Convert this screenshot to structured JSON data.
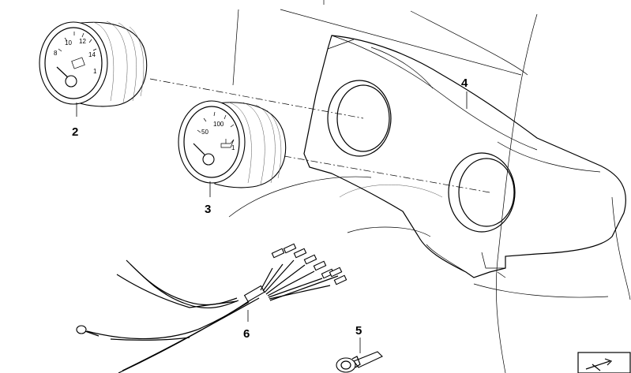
{
  "callouts": {
    "part2": "2",
    "part3": "3",
    "part4": "4",
    "part5": "5",
    "part6": "6"
  },
  "gauge_voltage": {
    "scale": [
      "8",
      "10",
      "12",
      "14"
    ],
    "corner": "1"
  },
  "gauge_oil": {
    "scale": [
      "50",
      "100"
    ],
    "corner": "1"
  },
  "icons": {
    "symbol_box": "arrow-swap-icon"
  }
}
